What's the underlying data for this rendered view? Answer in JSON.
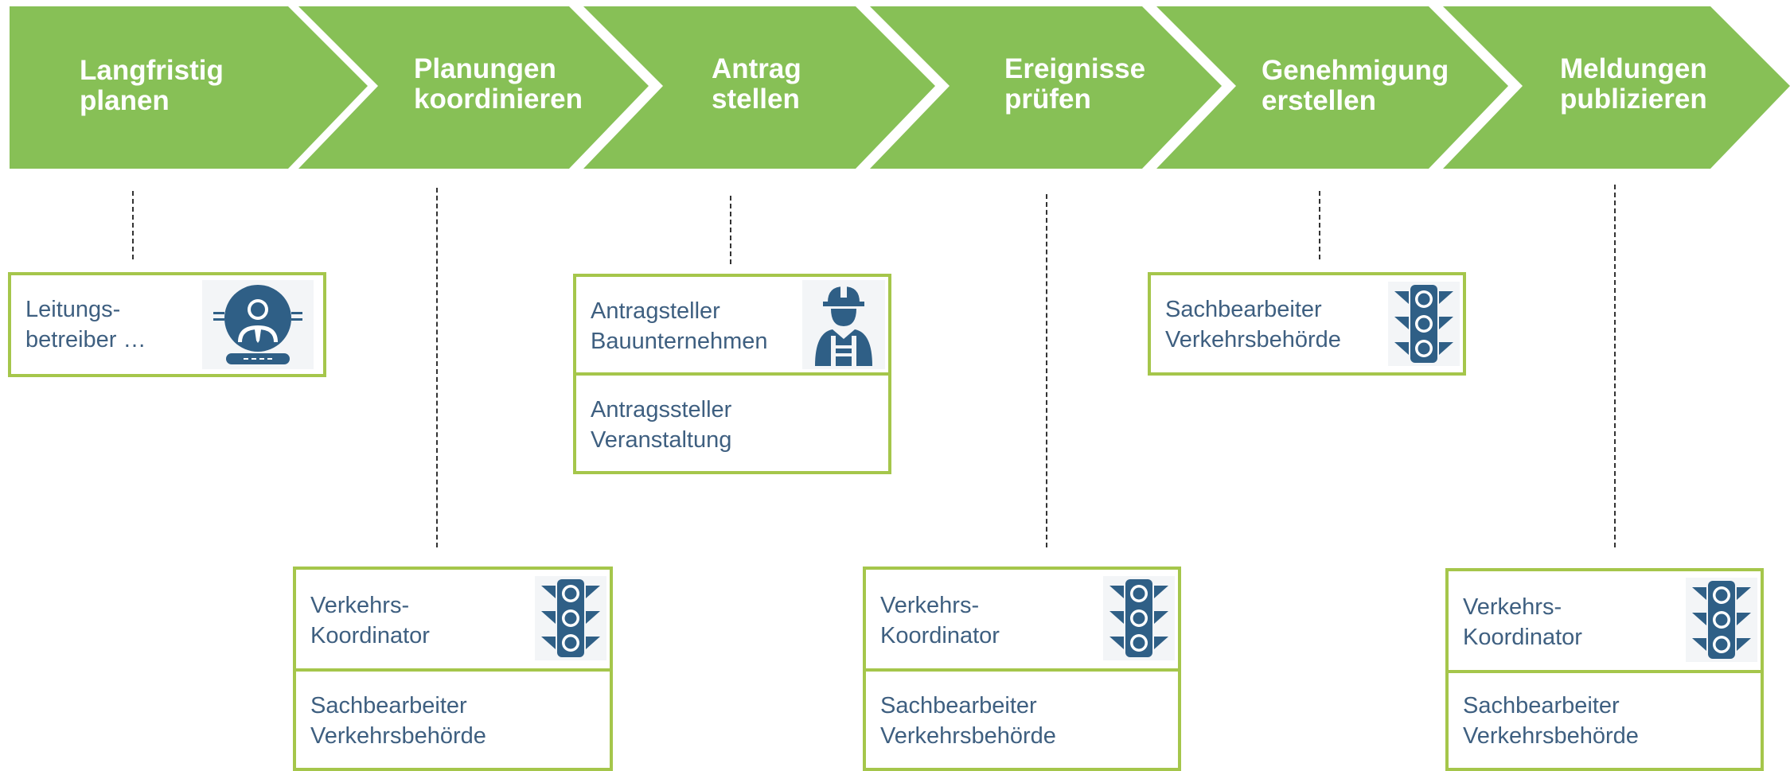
{
  "colors": {
    "chevron_fill": "#87c056",
    "box_border": "#a5c64b",
    "text": "#3e5f80",
    "icon": "#2f5f86"
  },
  "steps": [
    {
      "line1": "Langfristig",
      "line2": "planen"
    },
    {
      "line1": "Planungen",
      "line2": "koordinieren"
    },
    {
      "line1": "Antrag",
      "line2": "stellen"
    },
    {
      "line1": "Ereignisse",
      "line2": "prüfen"
    },
    {
      "line1": "Genehmigung",
      "line2": "erstellen"
    },
    {
      "line1": "Meldungen",
      "line2": "publizieren"
    }
  ],
  "roles": {
    "leitungsbetreiber": {
      "line1": "Leitungs-",
      "line2": "betreiber …",
      "icon": "business-person-icon"
    },
    "antragsteller_bau": {
      "line1": "Antragsteller",
      "line2": "Bauunternehmen",
      "icon": "construction-worker-icon"
    },
    "antragssteller_veranstaltung": {
      "line1": "Antragssteller",
      "line2": "Veranstaltung"
    },
    "sachbearbeiter_genehmigung": {
      "line1": "Sachbearbeiter",
      "line2": "Verkehrsbehörde",
      "icon": "traffic-light-icon"
    },
    "koordinator_planung": {
      "line1": "Verkehrs-",
      "line2": "Koordinator",
      "icon": "traffic-light-icon"
    },
    "sachbearbeiter_planung": {
      "line1": "Sachbearbeiter",
      "line2": "Verkehrsbehörde"
    },
    "koordinator_pruefung": {
      "line1": "Verkehrs-",
      "line2": "Koordinator",
      "icon": "traffic-light-icon"
    },
    "sachbearbeiter_pruefung": {
      "line1": "Sachbearbeiter",
      "line2": "Verkehrsbehörde"
    },
    "koordinator_publikation": {
      "line1": "Verkehrs-",
      "line2": "Koordinator",
      "icon": "traffic-light-icon"
    },
    "sachbearbeiter_publikation": {
      "line1": "Sachbearbeiter",
      "line2": "Verkehrsbehörde"
    }
  }
}
